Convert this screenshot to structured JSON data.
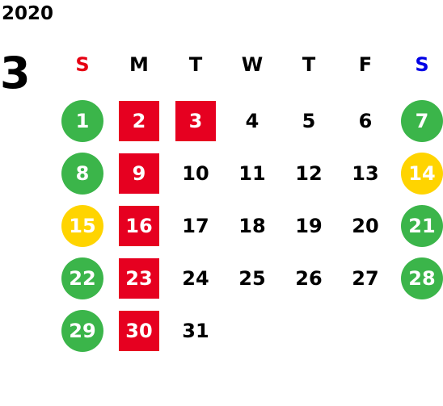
{
  "year": "2020",
  "month": "3",
  "weekdays": [
    {
      "label": "S",
      "color": "#e60012"
    },
    {
      "label": "M",
      "color": "#000000"
    },
    {
      "label": "T",
      "color": "#000000"
    },
    {
      "label": "W",
      "color": "#000000"
    },
    {
      "label": "T",
      "color": "#000000"
    },
    {
      "label": "F",
      "color": "#000000"
    },
    {
      "label": "S",
      "color": "#0000e6"
    }
  ],
  "colors": {
    "green": "#3bb54a",
    "red": "#e60020",
    "yellow": "#ffd400",
    "text": "#000000"
  },
  "days": [
    {
      "day": "1",
      "week": 0,
      "col": 0,
      "style": "green-circle"
    },
    {
      "day": "2",
      "week": 0,
      "col": 1,
      "style": "red-square"
    },
    {
      "day": "3",
      "week": 0,
      "col": 2,
      "style": "red-square"
    },
    {
      "day": "4",
      "week": 0,
      "col": 3,
      "style": "plain"
    },
    {
      "day": "5",
      "week": 0,
      "col": 4,
      "style": "plain"
    },
    {
      "day": "6",
      "week": 0,
      "col": 5,
      "style": "plain"
    },
    {
      "day": "7",
      "week": 0,
      "col": 6,
      "style": "green-circle"
    },
    {
      "day": "8",
      "week": 1,
      "col": 0,
      "style": "green-circle"
    },
    {
      "day": "9",
      "week": 1,
      "col": 1,
      "style": "red-square"
    },
    {
      "day": "10",
      "week": 1,
      "col": 2,
      "style": "plain"
    },
    {
      "day": "11",
      "week": 1,
      "col": 3,
      "style": "plain"
    },
    {
      "day": "12",
      "week": 1,
      "col": 4,
      "style": "plain"
    },
    {
      "day": "13",
      "week": 1,
      "col": 5,
      "style": "plain"
    },
    {
      "day": "14",
      "week": 1,
      "col": 6,
      "style": "yellow-circle"
    },
    {
      "day": "15",
      "week": 2,
      "col": 0,
      "style": "yellow-circle"
    },
    {
      "day": "16",
      "week": 2,
      "col": 1,
      "style": "red-square"
    },
    {
      "day": "17",
      "week": 2,
      "col": 2,
      "style": "plain"
    },
    {
      "day": "18",
      "week": 2,
      "col": 3,
      "style": "plain"
    },
    {
      "day": "19",
      "week": 2,
      "col": 4,
      "style": "plain"
    },
    {
      "day": "20",
      "week": 2,
      "col": 5,
      "style": "plain"
    },
    {
      "day": "21",
      "week": 2,
      "col": 6,
      "style": "green-circle"
    },
    {
      "day": "22",
      "week": 3,
      "col": 0,
      "style": "green-circle"
    },
    {
      "day": "23",
      "week": 3,
      "col": 1,
      "style": "red-square"
    },
    {
      "day": "24",
      "week": 3,
      "col": 2,
      "style": "plain"
    },
    {
      "day": "25",
      "week": 3,
      "col": 3,
      "style": "plain"
    },
    {
      "day": "26",
      "week": 3,
      "col": 4,
      "style": "plain"
    },
    {
      "day": "27",
      "week": 3,
      "col": 5,
      "style": "plain"
    },
    {
      "day": "28",
      "week": 3,
      "col": 6,
      "style": "green-circle"
    },
    {
      "day": "29",
      "week": 4,
      "col": 0,
      "style": "green-circle"
    },
    {
      "day": "30",
      "week": 4,
      "col": 1,
      "style": "red-square"
    },
    {
      "day": "31",
      "week": 4,
      "col": 2,
      "style": "plain"
    }
  ]
}
